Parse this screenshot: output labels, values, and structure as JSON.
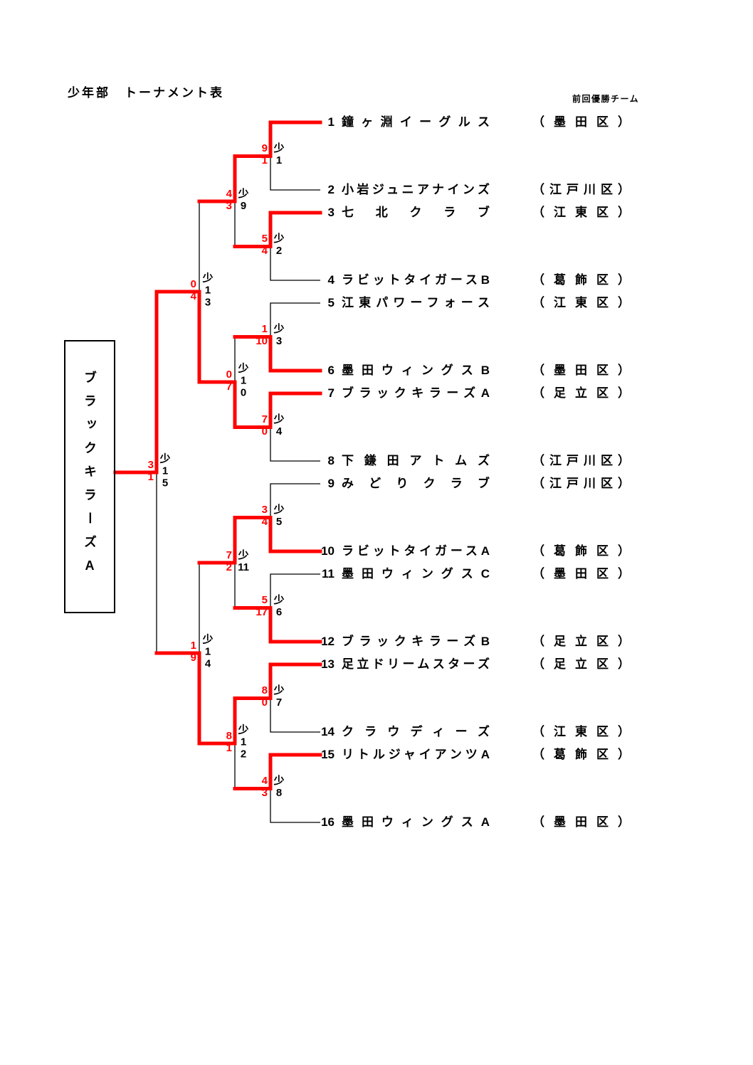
{
  "page": {
    "title": "少年部　トーナメント表",
    "note": "前回優勝チーム"
  },
  "champion": {
    "name": "ブラックキラーズA"
  },
  "colors": {
    "winner_path": "#ff0000",
    "line": "#000000"
  },
  "teams": [
    {
      "no": "1",
      "name": "鐘ヶ淵イーグルス",
      "district": "（墨田区）"
    },
    {
      "no": "2",
      "name": "小岩ジュニアナインズ",
      "district": "（江戸川区）"
    },
    {
      "no": "3",
      "name": "七北クラブ",
      "district": "（江東区）"
    },
    {
      "no": "4",
      "name": "ラビットタイガースB",
      "district": "（葛飾区）"
    },
    {
      "no": "5",
      "name": "江東パワーフォース",
      "district": "（江東区）"
    },
    {
      "no": "6",
      "name": "墨田ウィングスB",
      "district": "（墨田区）"
    },
    {
      "no": "7",
      "name": "ブラックキラーズA",
      "district": "（足立区）"
    },
    {
      "no": "8",
      "name": "下鎌田アトムズ",
      "district": "（江戸川区）"
    },
    {
      "no": "9",
      "name": "みどりクラブ",
      "district": "（江戸川区）"
    },
    {
      "no": "10",
      "name": "ラビットタイガースA",
      "district": "（葛飾区）"
    },
    {
      "no": "11",
      "name": "墨田ウィングスC",
      "district": "（墨田区）"
    },
    {
      "no": "12",
      "name": "ブラックキラーズB",
      "district": "（足立区）"
    },
    {
      "no": "13",
      "name": "足立ドリームスターズ",
      "district": "（足立区）"
    },
    {
      "no": "14",
      "name": "クラウディーズ",
      "district": "（江東区）"
    },
    {
      "no": "15",
      "name": "リトルジャイアンツA",
      "district": "（葛飾区）"
    },
    {
      "no": "16",
      "name": "墨田ウィングスA",
      "district": "（墨田区）"
    }
  ],
  "matches": [
    {
      "label": "少1",
      "round": 1,
      "score_top": "9",
      "score_bottom": "1",
      "winner": "top"
    },
    {
      "label": "少2",
      "round": 1,
      "score_top": "5",
      "score_bottom": "4",
      "winner": "top"
    },
    {
      "label": "少3",
      "round": 1,
      "score_top": "1",
      "score_bottom": "10",
      "winner": "bottom"
    },
    {
      "label": "少4",
      "round": 1,
      "score_top": "7",
      "score_bottom": "0",
      "winner": "top"
    },
    {
      "label": "少5",
      "round": 1,
      "score_top": "3",
      "score_bottom": "4",
      "winner": "bottom"
    },
    {
      "label": "少6",
      "round": 1,
      "score_top": "5",
      "score_bottom": "17",
      "winner": "bottom"
    },
    {
      "label": "少7",
      "round": 1,
      "score_top": "8",
      "score_bottom": "0",
      "winner": "top"
    },
    {
      "label": "少8",
      "round": 1,
      "score_top": "4",
      "score_bottom": "3",
      "winner": "top"
    },
    {
      "label": "少9",
      "round": 2,
      "score_top": "4",
      "score_bottom": "3",
      "winner": "top"
    },
    {
      "label": "少10",
      "round": 2,
      "score_top": "0",
      "score_bottom": "7",
      "winner": "bottom"
    },
    {
      "label": "少11",
      "round": 2,
      "score_top": "7",
      "score_bottom": "2",
      "winner": "top"
    },
    {
      "label": "少12",
      "round": 2,
      "score_top": "8",
      "score_bottom": "1",
      "winner": "top"
    },
    {
      "label": "少13",
      "round": 3,
      "score_top": "0",
      "score_bottom": "4",
      "winner": "bottom"
    },
    {
      "label": "少14",
      "round": 3,
      "score_top": "1",
      "score_bottom": "9",
      "winner": "bottom"
    },
    {
      "label": "少15",
      "round": 4,
      "score_top": "3",
      "score_bottom": "1",
      "winner": "top"
    }
  ]
}
